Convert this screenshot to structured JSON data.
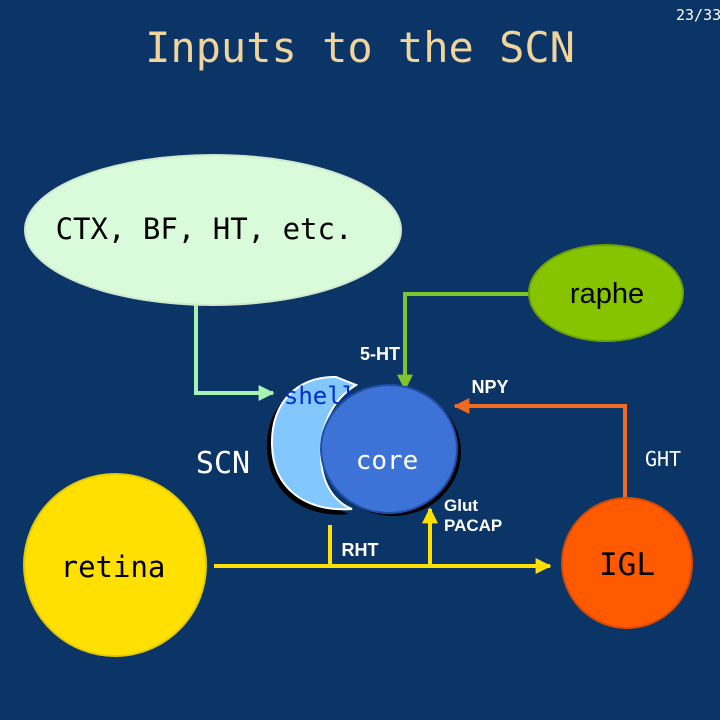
{
  "slide": {
    "page_number": "23/33",
    "title": "Inputs to the SCN"
  },
  "nodes": {
    "cortex_label": "CTX, BF, HT, etc.",
    "raphe_label": "raphe",
    "shell_label": "shell",
    "core_label": "core",
    "scn_label": "SCN",
    "retina_label": "retina",
    "igl_label": "IGL"
  },
  "pathways": {
    "serotonin_label": "5-HT",
    "npy_label": "NPY",
    "ght_label": "GHT",
    "glut_label": "Glut",
    "pacap_label": "PACAP",
    "rht_label": "RHT"
  },
  "colors": {
    "background": "#0a3566",
    "title": "#f0d49a",
    "cortex": "#d9fbd9",
    "raphe": "#86c400",
    "shell": "#82c8ff",
    "core": "#3d72d6",
    "retina": "#ffe000",
    "igl": "#ff5a00",
    "cortex_path": "#a8f2b4",
    "raphe_path": "#7fc42a",
    "retina_path": "#ffe000",
    "igl_path": "#f26a1e"
  }
}
